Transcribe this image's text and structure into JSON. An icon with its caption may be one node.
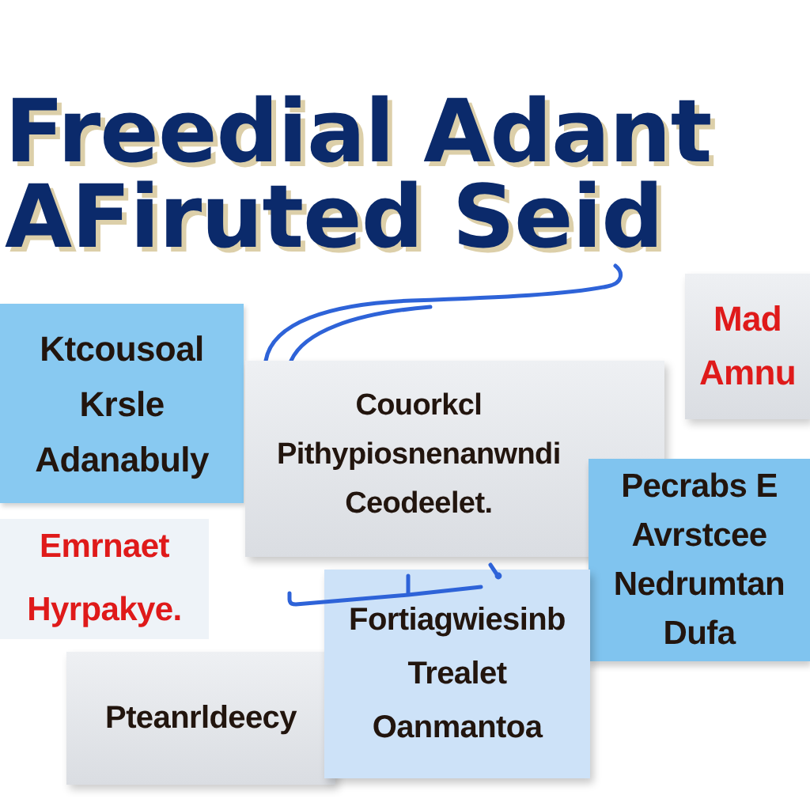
{
  "diagram": {
    "title": "Freedial Adant AFiruted Seid",
    "nodes": [
      {
        "text": [
          "Ktcousoal Krsle Adanabuly"
        ]
      },
      {
        "text": [
          "Couorkcl Pithypiosnenanwndi Ceodeelet."
        ]
      },
      {
        "text": [
          "Mad Amnu"
        ]
      },
      {
        "text": [
          "Emrnaet Hyrpakye."
        ]
      },
      {
        "text": [
          "Pecrabs E Avrstcee Nedrumtan Dufa"
        ]
      },
      {
        "text": [
          "Pteanrldeecy"
        ]
      },
      {
        "text": [
          "Fortiagwiesinb Trealet Oanmantoa"
        ]
      }
    ]
  }
}
